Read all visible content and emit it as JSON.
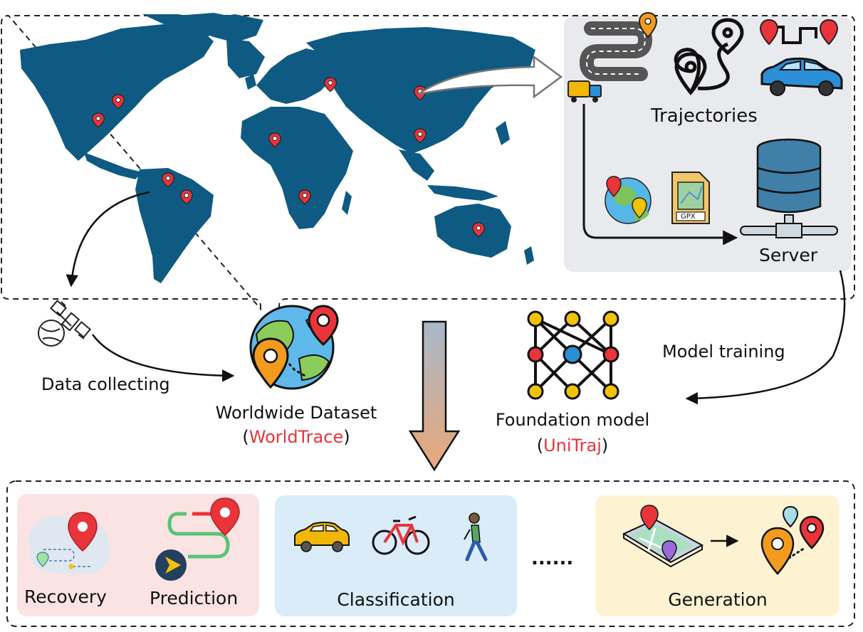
{
  "top_region": {
    "trajectories_label": "Trajectories",
    "server_label": "Server",
    "gpx_file_label": "GPX"
  },
  "middle": {
    "data_collecting_label": "Data collecting",
    "dataset_line1": "Worldwide Dataset",
    "dataset_name": "WorldTrace",
    "model_training_label": "Model training",
    "model_line1": "Foundation model",
    "model_name": "UniTraj",
    "paren_open": "(",
    "paren_close": ")"
  },
  "tasks": {
    "recovery": "Recovery",
    "prediction": "Prediction",
    "classification": "Classification",
    "ellipsis": "......",
    "generation": "Generation"
  },
  "colors": {
    "map_blue": "#0e5a82",
    "pin_red": "#e8343a",
    "panel_gray": "#e8eaed",
    "recovery_bg": "#fbe3e3",
    "classification_bg": "#d9ecf7",
    "generation_bg": "#fdf3d3",
    "arrow_top": "#a8b8c8",
    "arrow_bottom": "#e9a77a"
  }
}
